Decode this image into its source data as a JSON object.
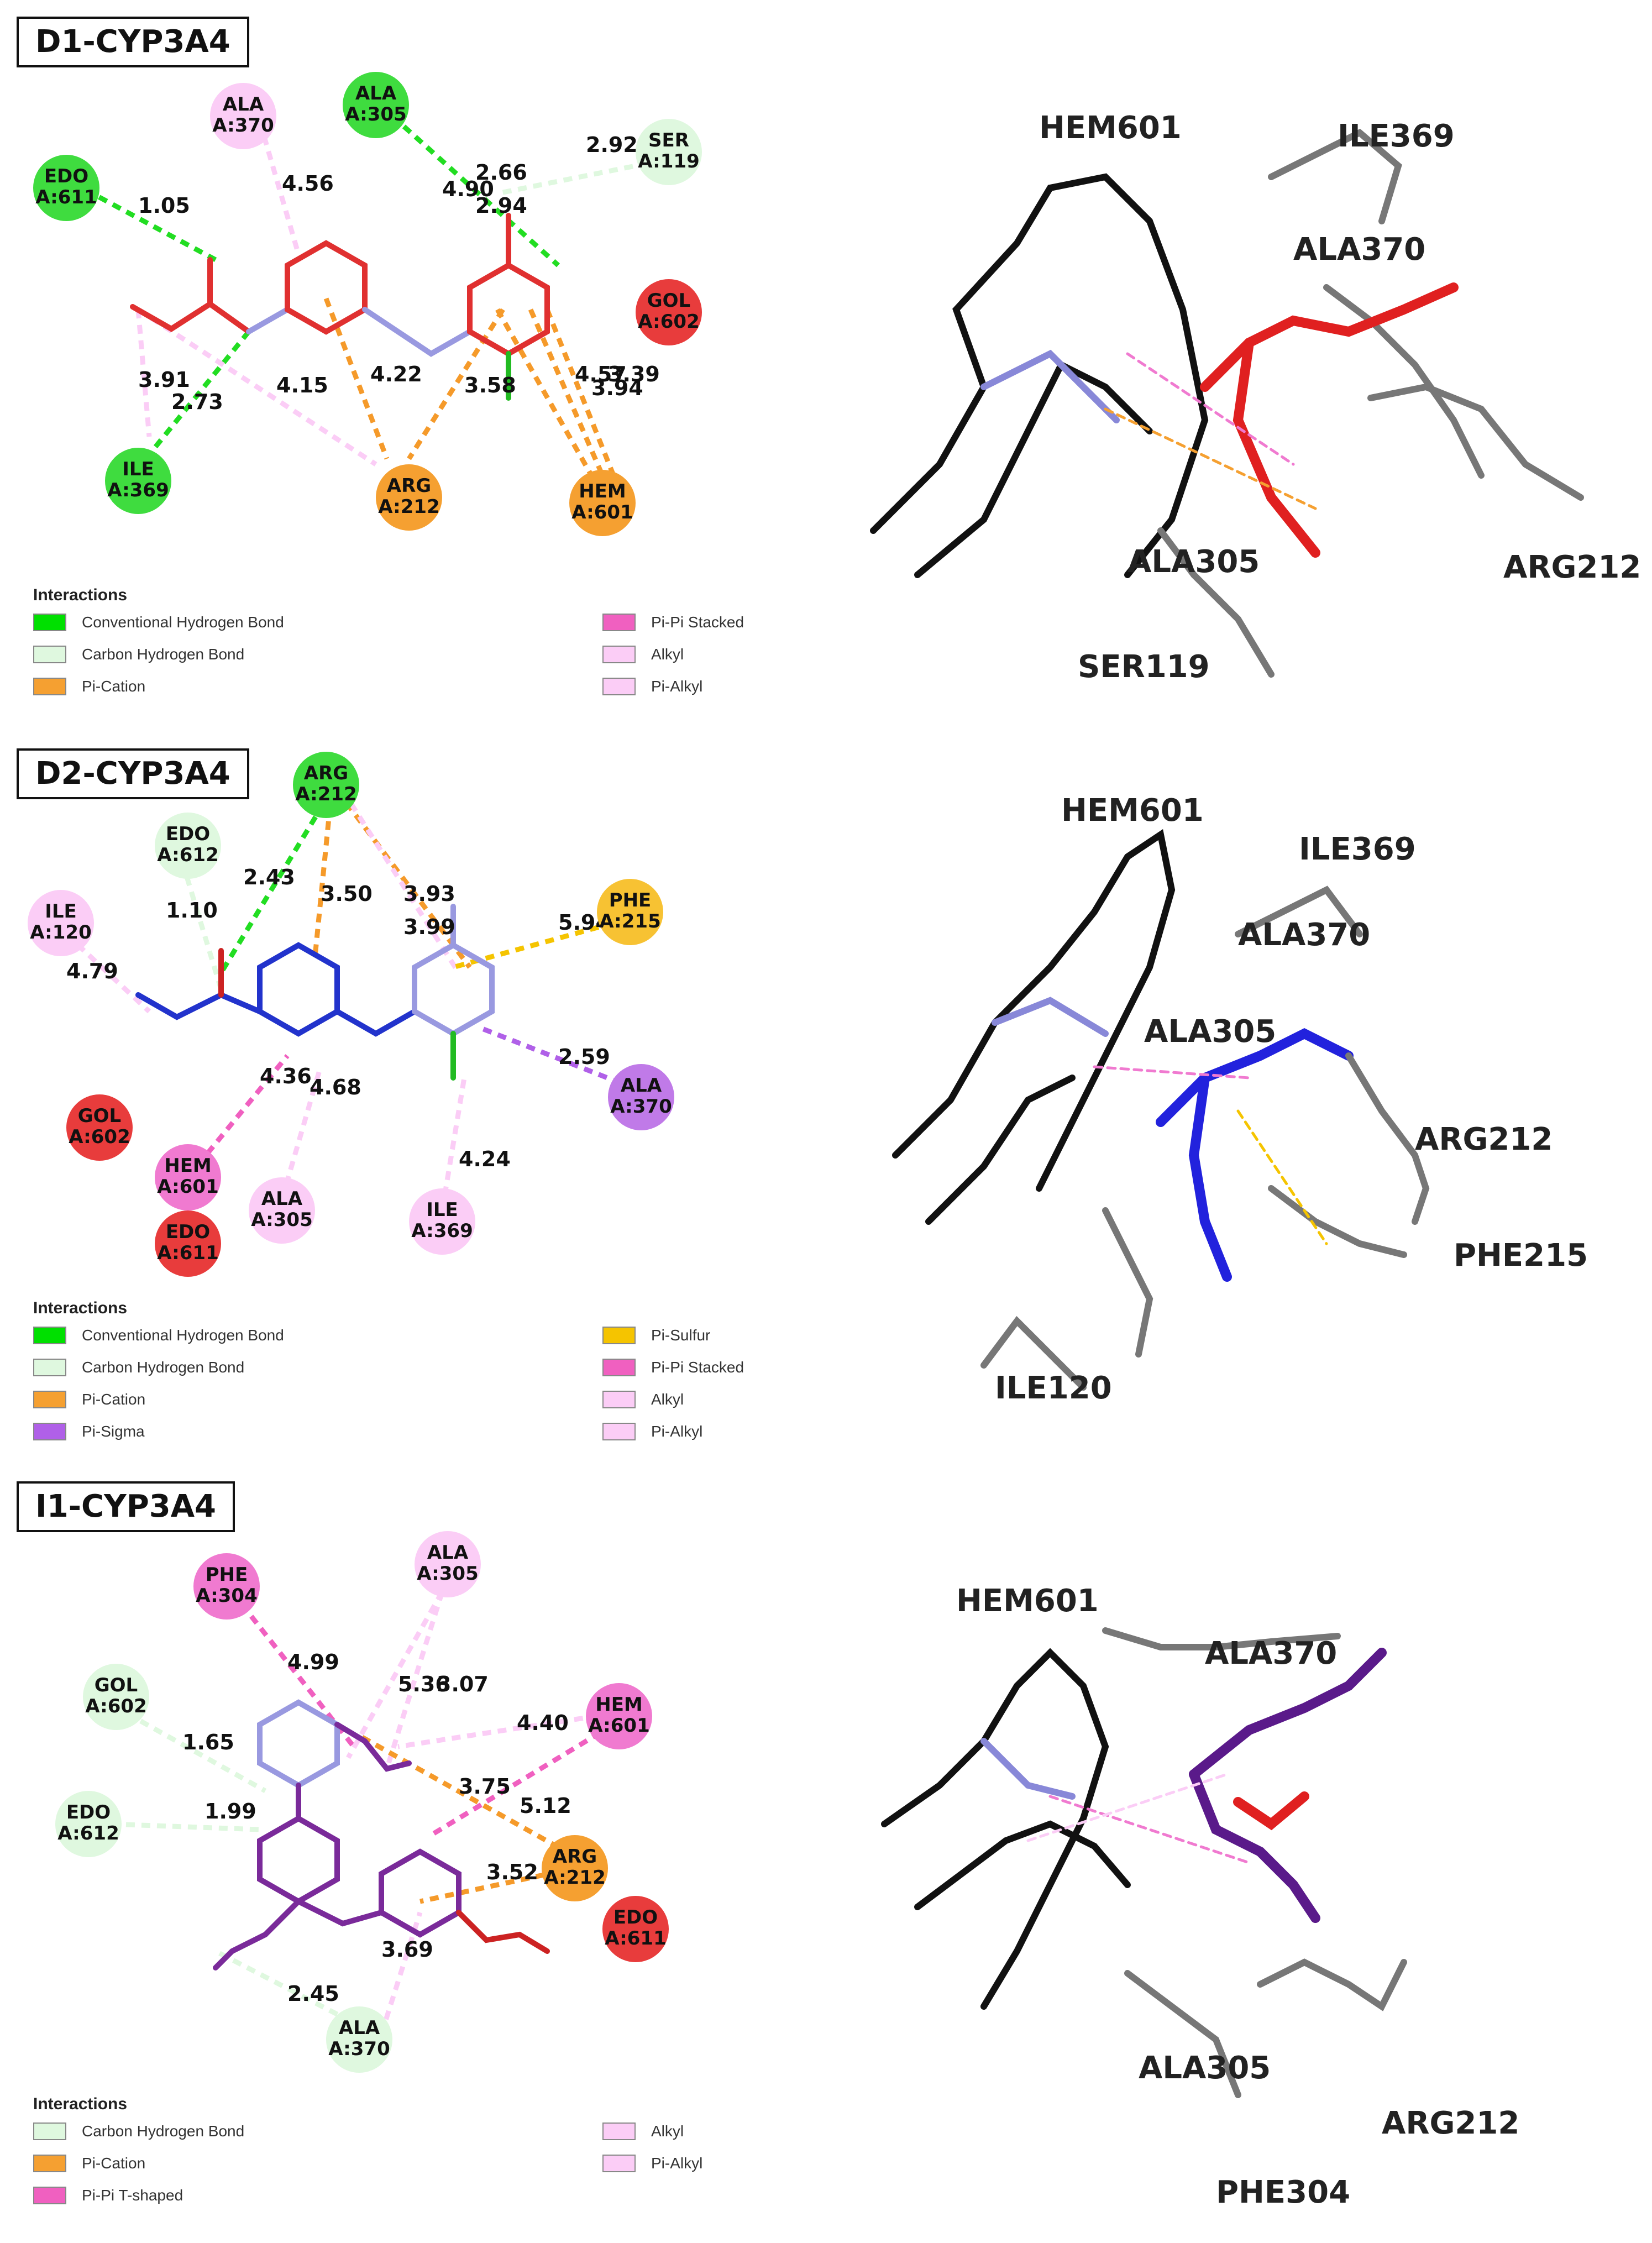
{
  "panels": [
    {
      "title": "D1-CYP3A4",
      "labels3d": [
        "HEM601",
        "ILE369",
        "ALA370",
        "ALA305",
        "ARG212",
        "SER119"
      ],
      "distances": [
        "1.05",
        "4.56",
        "2.66",
        "4.90",
        "2.94",
        "2.92",
        "3.91",
        "2.73",
        "4.15",
        "4.22",
        "3.58",
        "4.57",
        "3.94",
        "3.39"
      ],
      "residues": [
        {
          "name": "EDO",
          "id": "A:611",
          "color": "#3fdc3f"
        },
        {
          "name": "ALA",
          "id": "A:370",
          "color": "#fbcdf6"
        },
        {
          "name": "ALA",
          "id": "A:305",
          "color": "#3fdc3f"
        },
        {
          "name": "SER",
          "id": "A:119",
          "color": "#dff8df"
        },
        {
          "name": "GOL",
          "id": "A:602",
          "color": "#e83c3c"
        },
        {
          "name": "ILE",
          "id": "A:369",
          "color": "#3fdc3f"
        },
        {
          "name": "ARG",
          "id": "A:212",
          "color": "#f5a031"
        },
        {
          "name": "HEM",
          "id": "A:601",
          "color": "#f5a031"
        }
      ],
      "legend_title": "Interactions",
      "legend": [
        {
          "label": "Conventional Hydrogen Bond",
          "color": "#00e000"
        },
        {
          "label": "Pi-Pi Stacked",
          "color": "#f060c0"
        },
        {
          "label": "Carbon Hydrogen Bond",
          "color": "#dff8df"
        },
        {
          "label": "Alkyl",
          "color": "#fbcdf6"
        },
        {
          "label": "Pi-Cation",
          "color": "#f5a031"
        },
        {
          "label": "Pi-Alkyl",
          "color": "#fbcdf6"
        }
      ]
    },
    {
      "title": "D2-CYP3A4",
      "labels3d": [
        "HEM601",
        "ILE369",
        "ALA370",
        "ALA305",
        "ARG212",
        "PHE215",
        "ILE120"
      ],
      "distances": [
        "2.43",
        "3.50",
        "3.93",
        "3.99",
        "1.10",
        "5.94",
        "4.79",
        "2.59",
        "4.36",
        "4.68",
        "4.24"
      ],
      "residues": [
        {
          "name": "ARG",
          "id": "A:212",
          "color": "#3fdc3f"
        },
        {
          "name": "EDO",
          "id": "A:612",
          "color": "#dff8df"
        },
        {
          "name": "ILE",
          "id": "A:120",
          "color": "#fbcdf6"
        },
        {
          "name": "PHE",
          "id": "A:215",
          "color": "#f7c233"
        },
        {
          "name": "ALA",
          "id": "A:370",
          "color": "#c07ae8"
        },
        {
          "name": "GOL",
          "id": "A:602",
          "color": "#e83c3c"
        },
        {
          "name": "HEM",
          "id": "A:601",
          "color": "#f07ad0"
        },
        {
          "name": "ALA",
          "id": "A:305",
          "color": "#fbcdf6"
        },
        {
          "name": "ILE",
          "id": "A:369",
          "color": "#fbcdf6"
        },
        {
          "name": "EDO",
          "id": "A:611",
          "color": "#e83c3c"
        }
      ],
      "legend_title": "Interactions",
      "legend": [
        {
          "label": "Conventional Hydrogen Bond",
          "color": "#00e000"
        },
        {
          "label": "Pi-Sulfur",
          "color": "#f5c400"
        },
        {
          "label": "Carbon Hydrogen Bond",
          "color": "#dff8df"
        },
        {
          "label": "Pi-Pi Stacked",
          "color": "#f060c0"
        },
        {
          "label": "Pi-Cation",
          "color": "#f5a031"
        },
        {
          "label": "Alkyl",
          "color": "#fbcdf6"
        },
        {
          "label": "Pi-Sigma",
          "color": "#b060e8"
        },
        {
          "label": "Pi-Alkyl",
          "color": "#fbcdf6"
        }
      ]
    },
    {
      "title": "I1-CYP3A4",
      "labels3d": [
        "HEM601",
        "ALA370",
        "ALA305",
        "ARG212",
        "PHE304"
      ],
      "distances": [
        "4.99",
        "5.36",
        "3.07",
        "1.65",
        "4.40",
        "1.99",
        "3.75",
        "5.12",
        "3.52",
        "3.69",
        "2.45"
      ],
      "residues": [
        {
          "name": "PHE",
          "id": "A:304",
          "color": "#f07ad0"
        },
        {
          "name": "ALA",
          "id": "A:305",
          "color": "#fbcdf6"
        },
        {
          "name": "GOL",
          "id": "A:602",
          "color": "#dff8df"
        },
        {
          "name": "HEM",
          "id": "A:601",
          "color": "#f07ad0"
        },
        {
          "name": "EDO",
          "id": "A:612",
          "color": "#dff8df"
        },
        {
          "name": "ARG",
          "id": "A:212",
          "color": "#f5a031"
        },
        {
          "name": "EDO",
          "id": "A:611",
          "color": "#e83c3c"
        },
        {
          "name": "ALA",
          "id": "A:370",
          "color": "#dff8df"
        }
      ],
      "legend_title": "Interactions",
      "legend": [
        {
          "label": "Carbon Hydrogen Bond",
          "color": "#dff8df"
        },
        {
          "label": "Alkyl",
          "color": "#fbcdf6"
        },
        {
          "label": "Pi-Cation",
          "color": "#f5a031"
        },
        {
          "label": "Pi-Alkyl",
          "color": "#fbcdf6"
        },
        {
          "label": "Pi-Pi T-shaped",
          "color": "#f060c0"
        }
      ]
    }
  ]
}
